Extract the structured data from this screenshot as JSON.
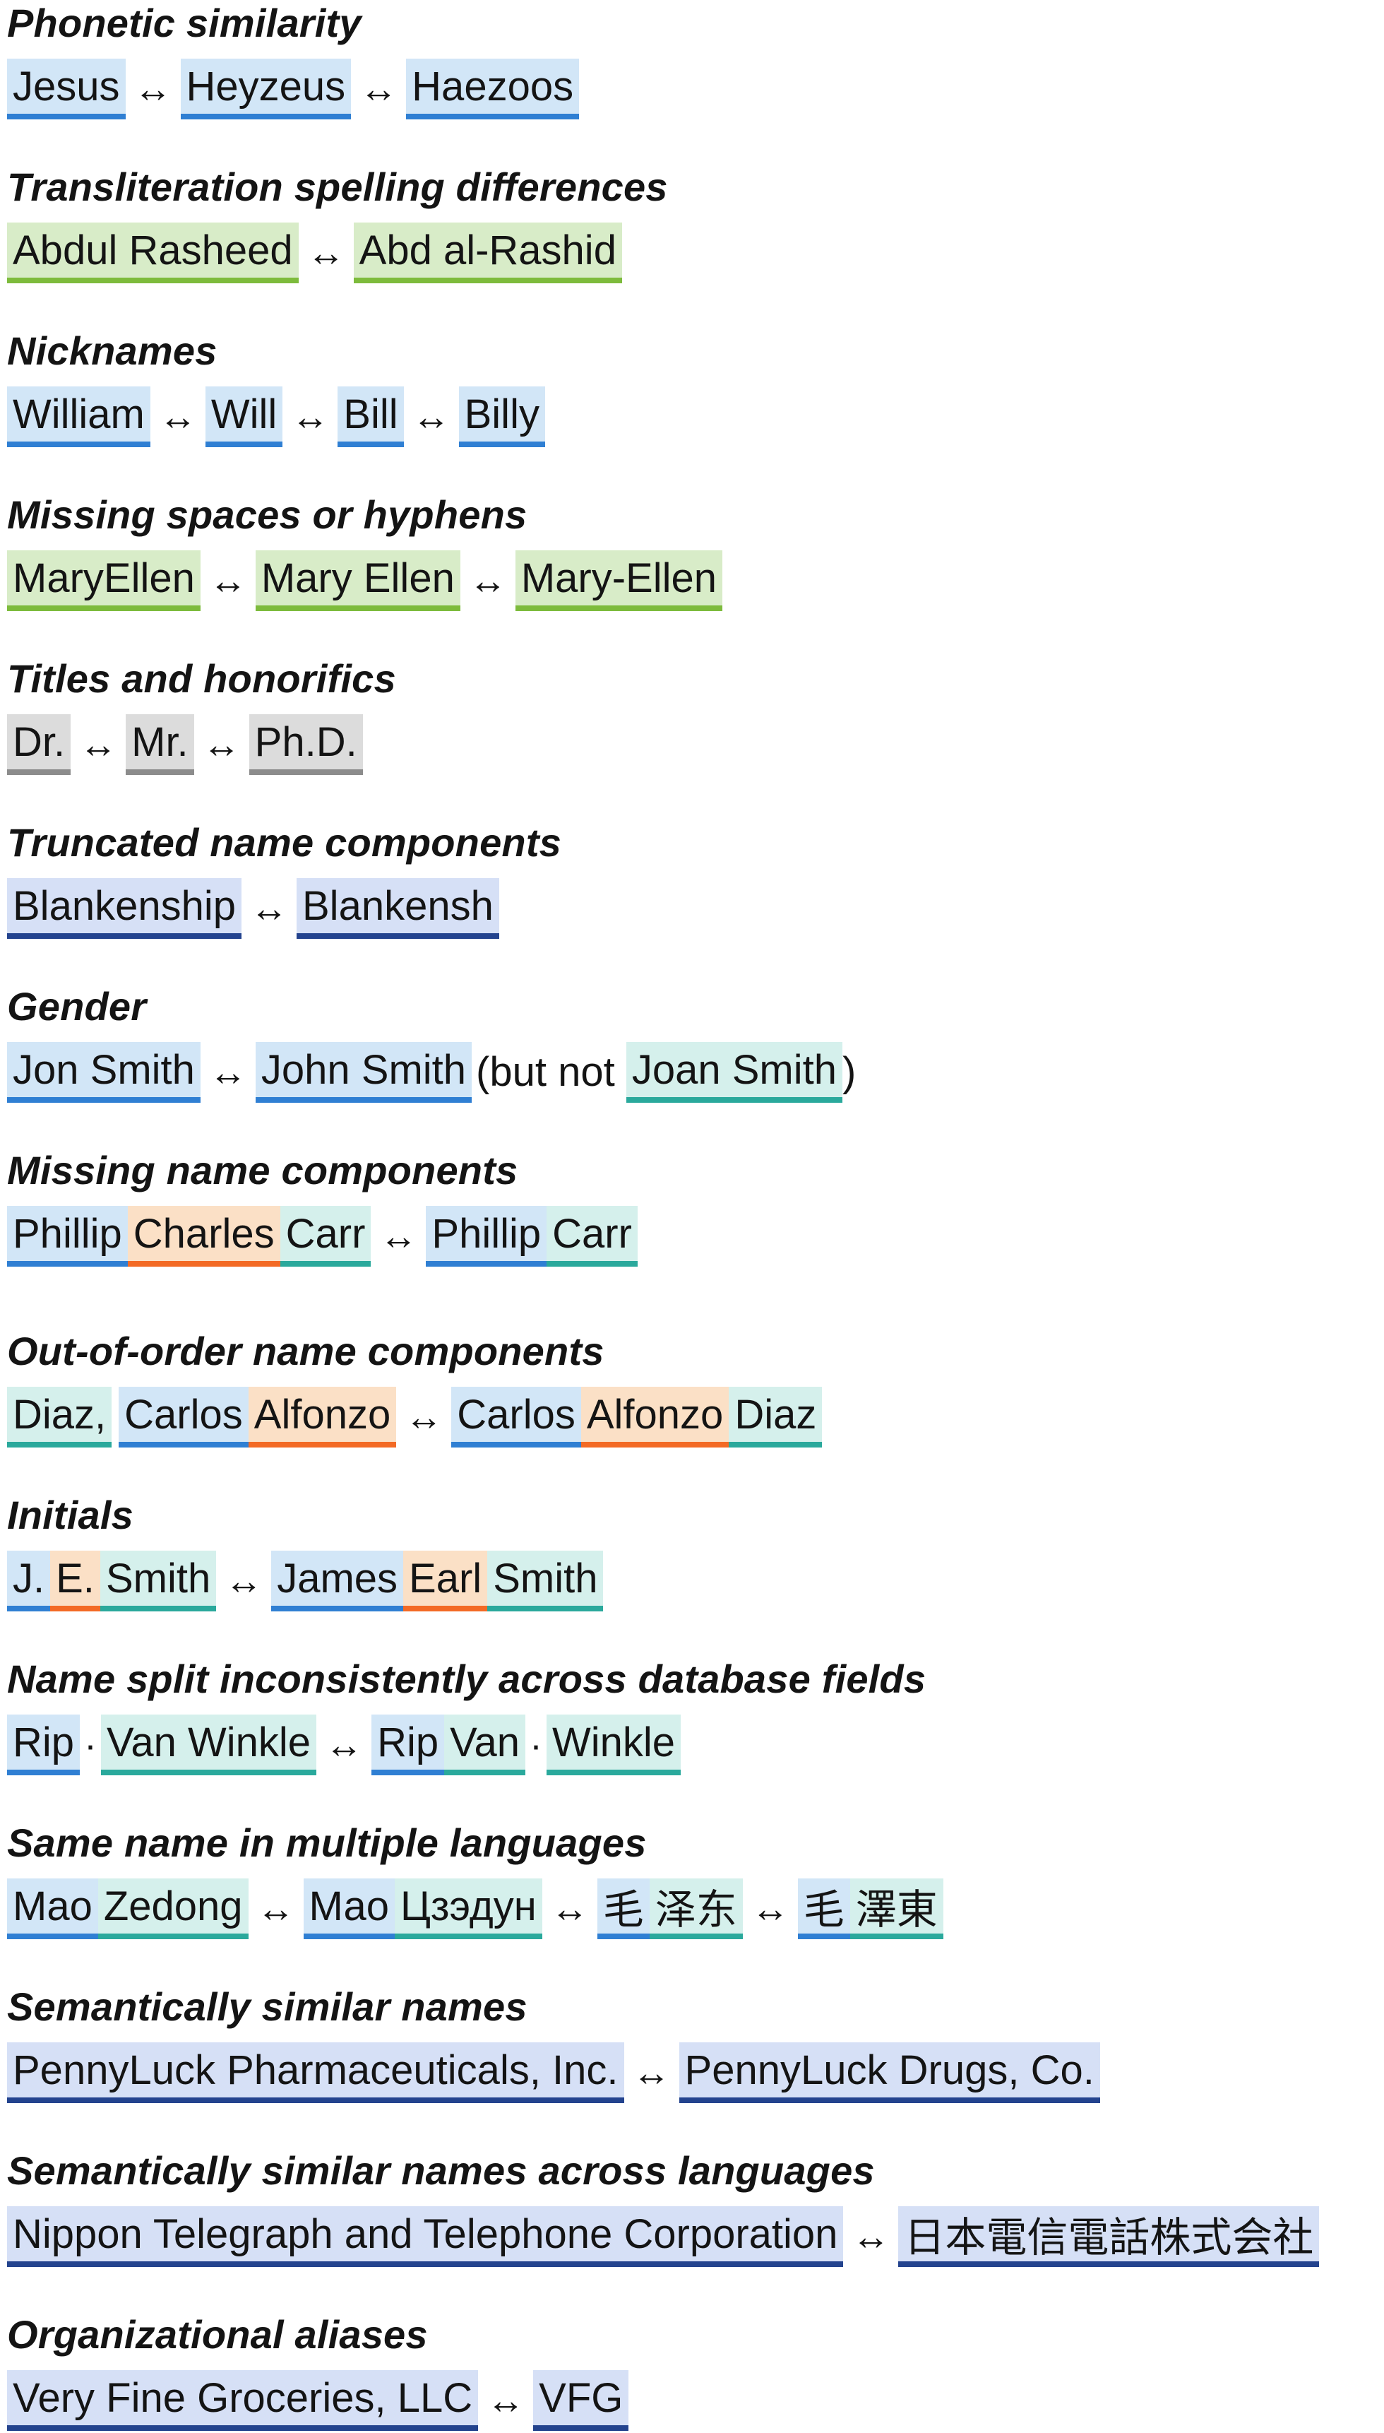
{
  "sections": [
    {
      "heading": "Phonetic similarity",
      "chips": [
        {
          "segs": [
            {
              "text": "Jesus",
              "color": "blue"
            }
          ]
        },
        {
          "segs": [
            {
              "text": "Heyzeus",
              "color": "blue"
            }
          ]
        },
        {
          "segs": [
            {
              "text": "Haezoos",
              "color": "blue"
            }
          ]
        }
      ]
    },
    {
      "heading": "Transliteration spelling differences",
      "chips": [
        {
          "segs": [
            {
              "text": "Abdul Rasheed",
              "color": "green"
            }
          ]
        },
        {
          "segs": [
            {
              "text": "Abd al-Rashid",
              "color": "green"
            }
          ]
        }
      ]
    },
    {
      "heading": "Nicknames",
      "chips": [
        {
          "segs": [
            {
              "text": "William",
              "color": "blue"
            }
          ]
        },
        {
          "segs": [
            {
              "text": "Will",
              "color": "blue"
            }
          ]
        },
        {
          "segs": [
            {
              "text": "Bill",
              "color": "blue"
            }
          ]
        },
        {
          "segs": [
            {
              "text": "Billy",
              "color": "blue"
            }
          ]
        }
      ]
    },
    {
      "heading": "Missing spaces or hyphens",
      "chips": [
        {
          "segs": [
            {
              "text": "MaryEllen",
              "color": "green"
            }
          ]
        },
        {
          "segs": [
            {
              "text": "Mary Ellen",
              "color": "green"
            }
          ]
        },
        {
          "segs": [
            {
              "text": "Mary-Ellen",
              "color": "green"
            }
          ]
        }
      ]
    },
    {
      "heading": "Titles and honorifics",
      "chips": [
        {
          "segs": [
            {
              "text": "Dr.",
              "color": "gray"
            }
          ]
        },
        {
          "segs": [
            {
              "text": "Mr.",
              "color": "gray"
            }
          ]
        },
        {
          "segs": [
            {
              "text": "Ph.D.",
              "color": "gray"
            }
          ]
        }
      ]
    },
    {
      "heading": "Truncated name components",
      "chips": [
        {
          "segs": [
            {
              "text": "Blankenship",
              "color": "navy"
            }
          ]
        },
        {
          "segs": [
            {
              "text": "Blankensh",
              "color": "navy"
            }
          ]
        }
      ]
    },
    {
      "heading": "Gender",
      "chips": [
        {
          "segs": [
            {
              "text": "Jon Smith",
              "color": "blue"
            }
          ]
        },
        {
          "segs": [
            {
              "text": "John Smith",
              "color": "blue"
            }
          ]
        }
      ],
      "tail": {
        "before": "(but not ",
        "chip": {
          "text": "Joan Smith",
          "color": "teal"
        },
        "after": ")"
      }
    },
    {
      "heading": "Missing name components",
      "chips": [
        {
          "segs": [
            {
              "text": "Phillip",
              "color": "blue"
            },
            {
              "text": "Charles",
              "color": "orange"
            },
            {
              "text": "Carr",
              "color": "teal"
            }
          ]
        },
        {
          "segs": [
            {
              "text": "Phillip",
              "color": "blue"
            },
            {
              "text": "Carr",
              "color": "teal"
            }
          ]
        }
      ]
    },
    {
      "heading": "Out-of-order name components",
      "chips": [
        {
          "segs": [
            {
              "text": "Diaz,",
              "color": "teal"
            }
          ],
          "joinNext": true
        },
        {
          "segs": [
            {
              "text": "Carlos",
              "color": "blue"
            },
            {
              "text": "Alfonzo",
              "color": "orange"
            }
          ]
        },
        {
          "segs": [
            {
              "text": "Carlos",
              "color": "blue"
            },
            {
              "text": "Alfonzo",
              "color": "orange"
            },
            {
              "text": "Diaz",
              "color": "teal"
            }
          ]
        }
      ]
    },
    {
      "heading": "Initials",
      "chips": [
        {
          "segs": [
            {
              "text": "J.",
              "color": "blue"
            },
            {
              "text": "E.",
              "color": "orange"
            },
            {
              "text": "Smith",
              "color": "teal"
            }
          ]
        },
        {
          "segs": [
            {
              "text": "James",
              "color": "blue"
            },
            {
              "text": "Earl",
              "color": "orange"
            },
            {
              "text": "Smith",
              "color": "teal"
            }
          ]
        }
      ]
    },
    {
      "heading": "Name split inconsistently across database fields",
      "chips": [
        {
          "segs": [
            {
              "text": "Rip",
              "color": "blue"
            }
          ],
          "dotNext": true
        },
        {
          "segs": [
            {
              "text": "Van Winkle",
              "color": "teal"
            }
          ]
        },
        {
          "segs": [
            {
              "text": "Rip",
              "color": "blue"
            },
            {
              "text": "Van",
              "color": "teal"
            }
          ],
          "dotNext": true
        },
        {
          "segs": [
            {
              "text": "Winkle",
              "color": "teal"
            }
          ]
        }
      ]
    },
    {
      "heading": "Same name in multiple languages",
      "chips": [
        {
          "segs": [
            {
              "text": "Mao",
              "color": "blue"
            },
            {
              "text": "Zedong",
              "color": "teal"
            }
          ]
        },
        {
          "segs": [
            {
              "text": "Мао",
              "color": "blue"
            },
            {
              "text": "Цзэдун",
              "color": "teal"
            }
          ]
        },
        {
          "segs": [
            {
              "text": "毛",
              "color": "blue"
            },
            {
              "text": "泽东",
              "color": "teal"
            }
          ]
        },
        {
          "segs": [
            {
              "text": "毛",
              "color": "blue"
            },
            {
              "text": "澤東",
              "color": "teal"
            }
          ]
        }
      ]
    },
    {
      "heading": "Semantically similar names",
      "chips": [
        {
          "segs": [
            {
              "text": "PennyLuck Pharmaceuticals, Inc.",
              "color": "navy"
            }
          ]
        },
        {
          "segs": [
            {
              "text": "PennyLuck Drugs, Co.",
              "color": "navy"
            }
          ]
        }
      ]
    },
    {
      "heading": "Semantically similar names across languages",
      "chips": [
        {
          "segs": [
            {
              "text": "Nippon Telegraph and Telephone Corporation",
              "color": "navy"
            }
          ]
        },
        {
          "segs": [
            {
              "text": "日本電信電話株式会社",
              "color": "navy"
            }
          ]
        }
      ]
    },
    {
      "heading": "Organizational aliases",
      "chips": [
        {
          "segs": [
            {
              "text": "Very Fine Groceries, LLC",
              "color": "navy"
            }
          ]
        },
        {
          "segs": [
            {
              "text": "VFG",
              "color": "navy"
            }
          ]
        }
      ]
    }
  ],
  "separator": "↔",
  "dot": "·"
}
